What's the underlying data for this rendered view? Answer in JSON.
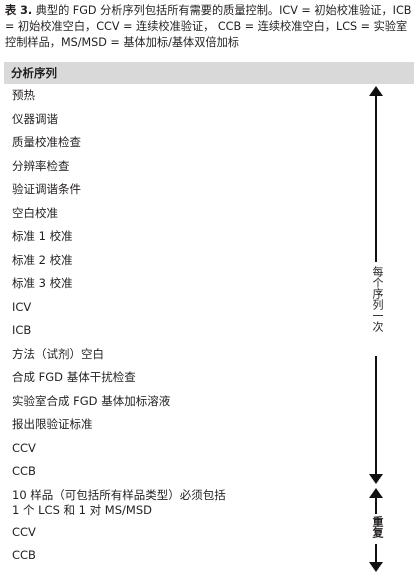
{
  "caption": {
    "label": "表 3.",
    "text": "典型的 FGD 分析序列包括所有需要的质量控制。ICV = 初始校准验证，ICB = 初始校准空白，CCV = 连续校准验证，  CCB = 连续校准空白，LCS = 实验室控制样品，MS/MSD = 基体加标/基体双倍加标"
  },
  "table": {
    "header": "分析序列",
    "rows": [
      {
        "lines": [
          "预热"
        ]
      },
      {
        "lines": [
          "仪器调谐"
        ]
      },
      {
        "lines": [
          "质量校准检查"
        ]
      },
      {
        "lines": [
          "分辨率检查"
        ]
      },
      {
        "lines": [
          "验证调谐条件"
        ]
      },
      {
        "lines": [
          "空白校准"
        ]
      },
      {
        "lines": [
          "标准 1 校准"
        ]
      },
      {
        "lines": [
          "标准 2 校准"
        ]
      },
      {
        "lines": [
          "标准 3 校准"
        ]
      },
      {
        "lines": [
          "ICV"
        ]
      },
      {
        "lines": [
          "ICB"
        ]
      },
      {
        "lines": [
          "方法（试剂）空白"
        ]
      },
      {
        "lines": [
          "合成 FGD 基体干扰检查"
        ]
      },
      {
        "lines": [
          "实验室合成 FGD 基体加标溶液"
        ]
      },
      {
        "lines": [
          "报出限验证标准"
        ]
      },
      {
        "lines": [
          "CCV"
        ]
      },
      {
        "lines": [
          "CCB"
        ]
      },
      {
        "lines": [
          "10 样品（可包括所有样品类型）必须包括",
          "1 个 LCS 和 1 对 MS/MSD"
        ]
      },
      {
        "lines": [
          "CCV"
        ]
      },
      {
        "lines": [
          "CCB"
        ]
      }
    ],
    "label_each_sequence": "每个序列一次",
    "label_repeat": "重复"
  }
}
